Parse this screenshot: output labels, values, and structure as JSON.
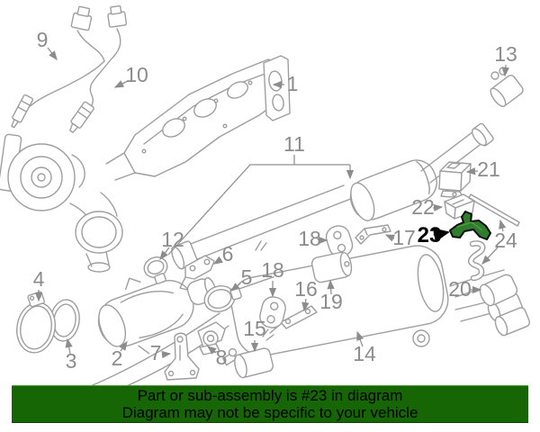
{
  "banner": {
    "line1": "Part or sub-assembly is #23 in diagram",
    "line2": "Diagram may not be specific to your vehicle",
    "bg_color": "#176606",
    "text_color": "#000000"
  },
  "highlight": {
    "number": "23",
    "fill_color": "#2e7d2e",
    "outline_color": "#0b0b0b"
  },
  "palette": {
    "line_color": "#9e9e9e",
    "label_color": "#8c8c8c"
  },
  "labels": [
    {
      "n": "1",
      "part": "exhaust-manifold-turbo-assembly"
    },
    {
      "n": "2",
      "part": "catalytic-converter"
    },
    {
      "n": "3",
      "part": "gasket-ring"
    },
    {
      "n": "4",
      "part": "band-clamp"
    },
    {
      "n": "5",
      "part": "clamp"
    },
    {
      "n": "6",
      "part": "bracket"
    },
    {
      "n": "7",
      "part": "support-bracket"
    },
    {
      "n": "8",
      "part": "rubber-mount"
    },
    {
      "n": "9",
      "part": "oxygen-sensor-front"
    },
    {
      "n": "10",
      "part": "oxygen-sensor-rear"
    },
    {
      "n": "11",
      "part": "center-pipe-with-resonator"
    },
    {
      "n": "12",
      "part": "pipe-clamp"
    },
    {
      "n": "13",
      "part": "sleeve-clamp"
    },
    {
      "n": "14",
      "part": "rear-muffler"
    },
    {
      "n": "15",
      "part": "sleeve-clamp"
    },
    {
      "n": "16",
      "part": "bracket"
    },
    {
      "n": "17",
      "part": "bracket"
    },
    {
      "n": "18",
      "part": "rubber-hanger"
    },
    {
      "n": "18",
      "part": "rubber-hanger"
    },
    {
      "n": "19",
      "part": "vibration-absorber"
    },
    {
      "n": "20",
      "part": "tailpipe-tip"
    },
    {
      "n": "21",
      "part": "rubber-mount"
    },
    {
      "n": "22",
      "part": "bracket"
    },
    {
      "n": "23",
      "part": "holder-highlighted-part"
    },
    {
      "n": "24",
      "part": "hanger-rod-and-hook"
    }
  ]
}
